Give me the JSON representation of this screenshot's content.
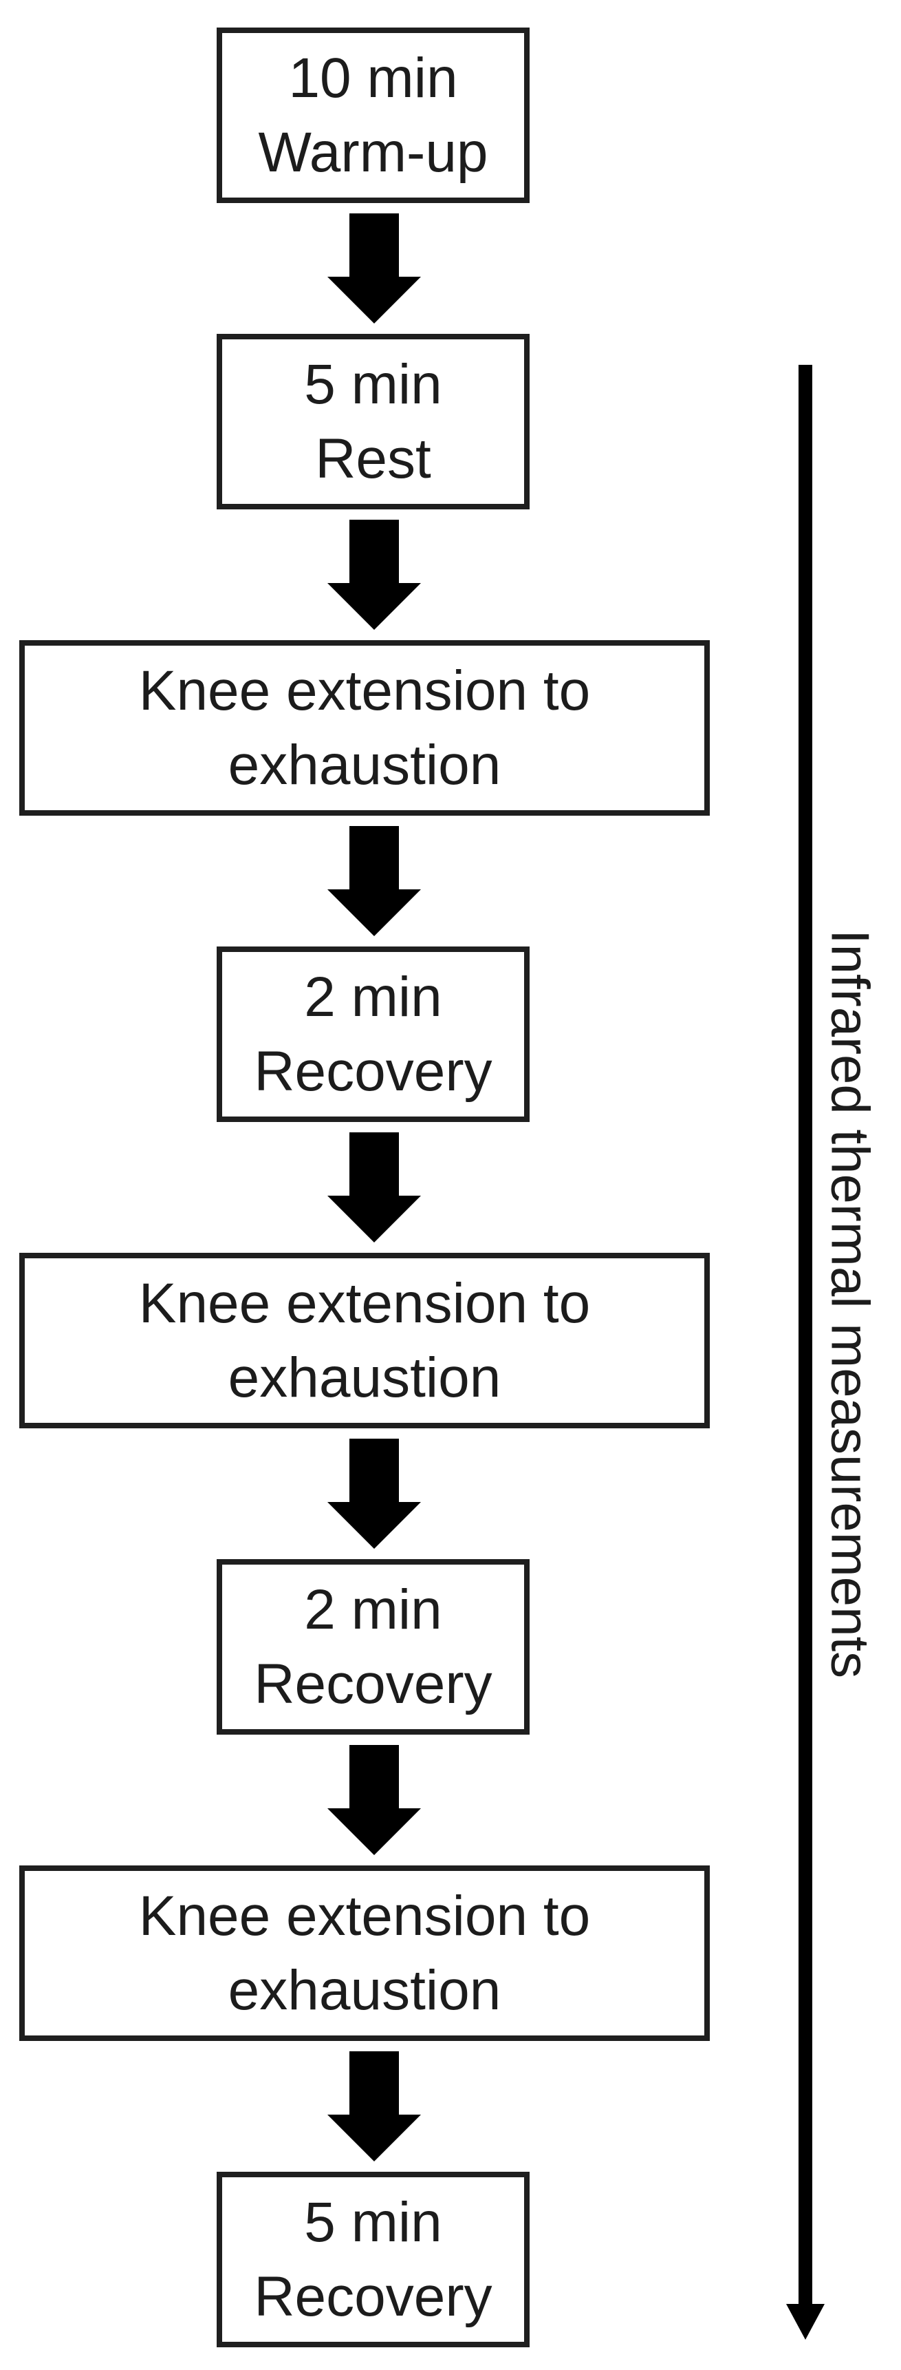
{
  "flow": {
    "steps": [
      {
        "line1": "10 min",
        "line2": "Warm-up",
        "shape": "narrow-box"
      },
      {
        "line1": "5 min",
        "line2": "Rest",
        "shape": "narrow-box"
      },
      {
        "line1": "Knee extension to",
        "line2": "exhaustion",
        "shape": "wide-box"
      },
      {
        "line1": "2 min",
        "line2": "Recovery",
        "shape": "narrow-box"
      },
      {
        "line1": "Knee extension to",
        "line2": "exhaustion",
        "shape": "wide-box"
      },
      {
        "line1": "2 min",
        "line2": "Recovery",
        "shape": "narrow-box"
      },
      {
        "line1": "Knee extension to",
        "line2": "exhaustion",
        "shape": "wide-box"
      },
      {
        "line1": "5 min",
        "line2": "Recovery",
        "shape": "narrow-box"
      }
    ],
    "timeline_label": "Infrared thermal measurements",
    "colors": {
      "background": "#ffffff",
      "box_border": "#1f1f1f",
      "text": "#1c1c1c",
      "arrow": "#000000"
    }
  }
}
